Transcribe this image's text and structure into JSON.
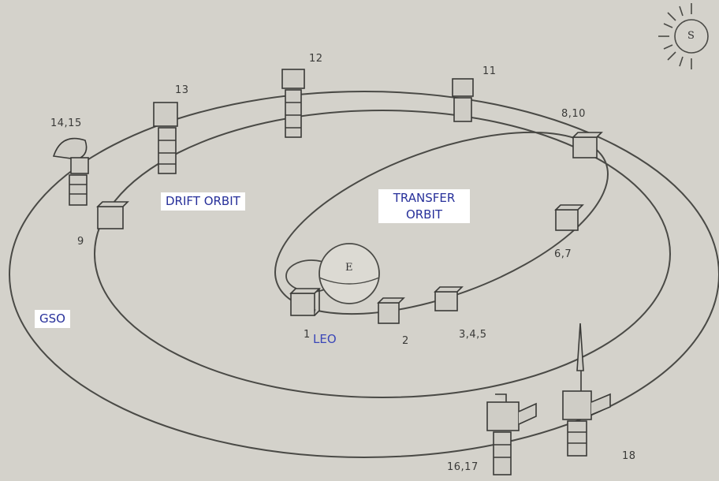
{
  "labels": {
    "drift_orbit": "DRIFT ORBIT",
    "transfer_line1": "TRANSFER",
    "transfer_line2": "ORBIT",
    "gso": "GSO",
    "leo": "LEO",
    "earth": "E",
    "sun": "S"
  },
  "positions": {
    "p1": "1",
    "p2": "2",
    "p3_5": "3,4,5",
    "p6_7": "6,7",
    "p8_10": "8,10",
    "p9": "9",
    "p11": "11",
    "p12": "12",
    "p13": "13",
    "p14_15": "14,15",
    "p16_17": "16,17",
    "p18": "18"
  },
  "colors": {
    "background": "#d4d2cb",
    "line": "#4a4a46",
    "label_text": "#27309a"
  }
}
